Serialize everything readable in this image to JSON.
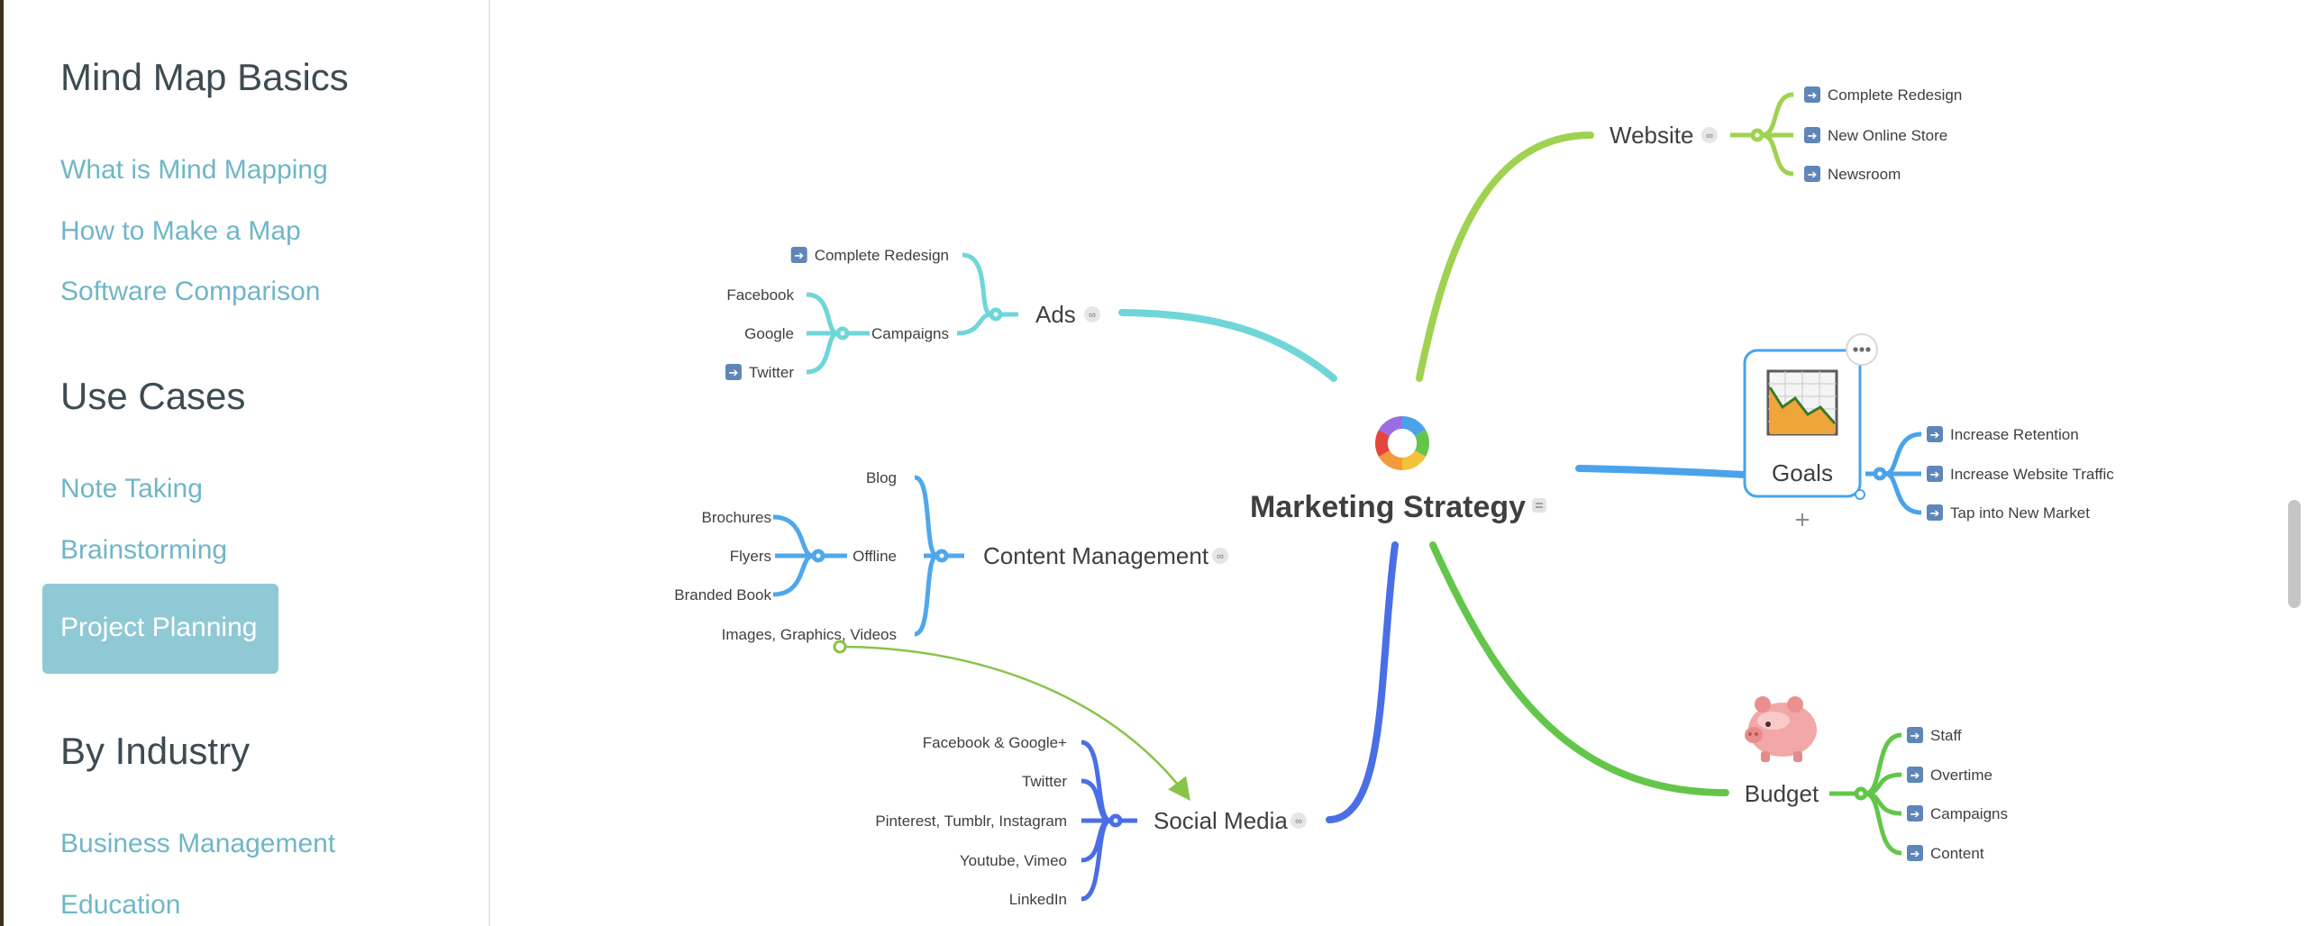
{
  "sidebar": {
    "sections": [
      {
        "title": "Mind Map Basics",
        "links": [
          "What is Mind Mapping",
          "How to Make a Map",
          "Software Comparison"
        ]
      },
      {
        "title": "Use Cases",
        "links": [
          "Note Taking",
          "Brainstorming"
        ],
        "active": "Project Planning"
      },
      {
        "title": "By Industry",
        "links": [
          "Business Management",
          "Education"
        ]
      }
    ]
  },
  "map": {
    "central": "Marketing Strategy",
    "colors": {
      "website": "#9fd250",
      "ads": "#6fd6d8",
      "content": "#4fa7ec",
      "social": "#4a6ee6",
      "goals": "#4aa3ea",
      "budget": "#63c64a",
      "link": "#8ac24a"
    },
    "website": {
      "label": "Website",
      "items": [
        "Complete Redesign",
        "New Online Store",
        "Newsroom"
      ]
    },
    "ads": {
      "label": "Ads",
      "top": "Complete Redesign",
      "campaigns": "Campaigns",
      "campaign_items": [
        "Facebook",
        "Google",
        "Twitter"
      ]
    },
    "content": {
      "label": "Content Management",
      "blog": "Blog",
      "offline": "Offline",
      "offline_items": [
        "Brochures",
        "Flyers",
        "Branded Book"
      ],
      "images": "Images, Graphics, Videos"
    },
    "social": {
      "label": "Social Media",
      "items": [
        "Facebook & Google+",
        "Twitter",
        "Pinterest, Tumblr, Instagram",
        "Youtube, Vimeo",
        "LinkedIn"
      ]
    },
    "goals": {
      "label": "Goals",
      "items": [
        "Increase Retention",
        "Increase Website Traffic",
        "Tap into New Market"
      ]
    },
    "budget": {
      "label": "Budget",
      "items": [
        "Staff",
        "Overtime",
        "Campaigns",
        "Content"
      ]
    }
  }
}
